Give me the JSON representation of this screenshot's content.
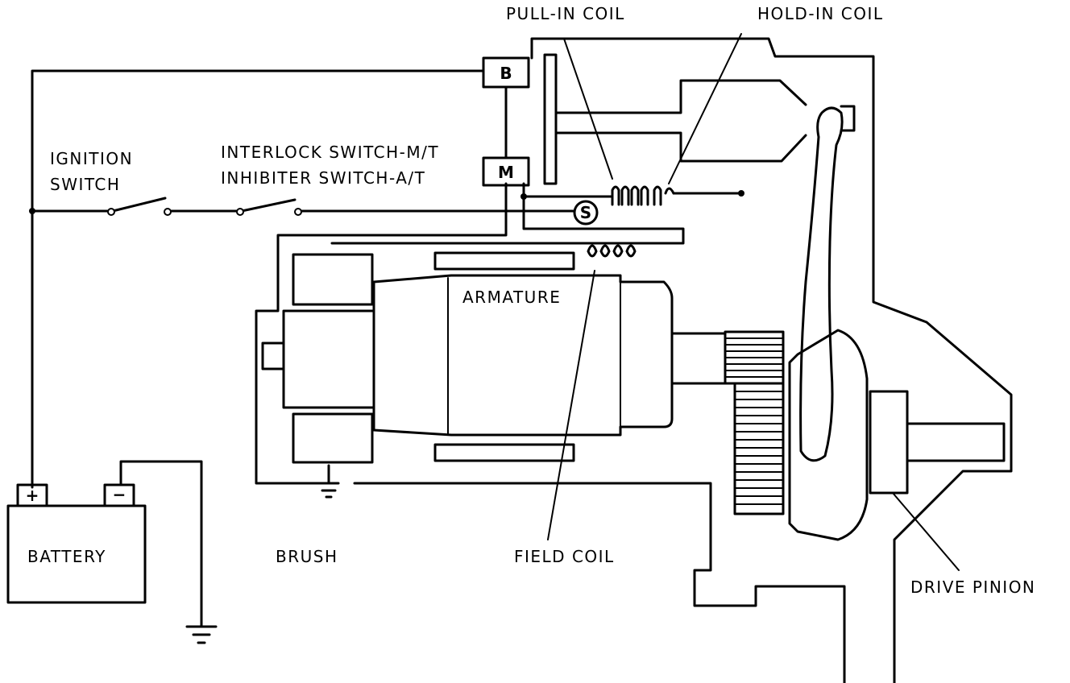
{
  "labels": {
    "pull_in_coil": "PULL-IN COIL",
    "hold_in_coil": "HOLD-IN COIL",
    "ignition_switch_line1": "IGNITION",
    "ignition_switch_line2": "SWITCH",
    "interlock_switch": "INTERLOCK SWITCH-M/T",
    "inhibiter_switch": "INHIBITER SWITCH-A/T",
    "armature": "ARMATURE",
    "battery": "BATTERY",
    "brush": "BRUSH",
    "field_coil": "FIELD COIL",
    "drive_pinion": "DRIVE PINION"
  },
  "terminals": {
    "b": "B",
    "m": "M",
    "s": "S",
    "positive": "+",
    "negative": "−"
  }
}
